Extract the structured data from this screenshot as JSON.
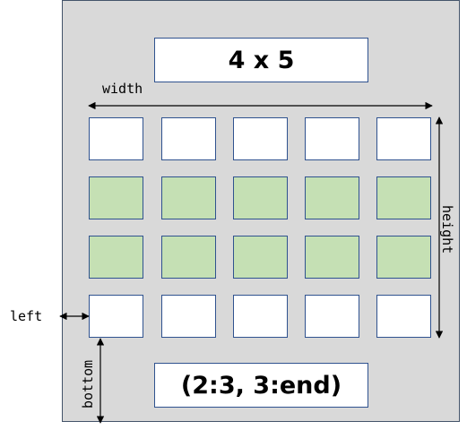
{
  "title_top": "4 x 5",
  "title_bottom": "(2:3, 3:end)",
  "labels": {
    "width": "width",
    "height": "height",
    "left": "left",
    "bottom": "bottom"
  },
  "grid": {
    "rows": 4,
    "cols": 5,
    "highlight_rows": [
      2,
      3
    ],
    "colors": {
      "cell": "#ffffff",
      "highlight": "#c5e0b4",
      "border": "#2f528f",
      "panel": "#d9d9d9"
    }
  }
}
